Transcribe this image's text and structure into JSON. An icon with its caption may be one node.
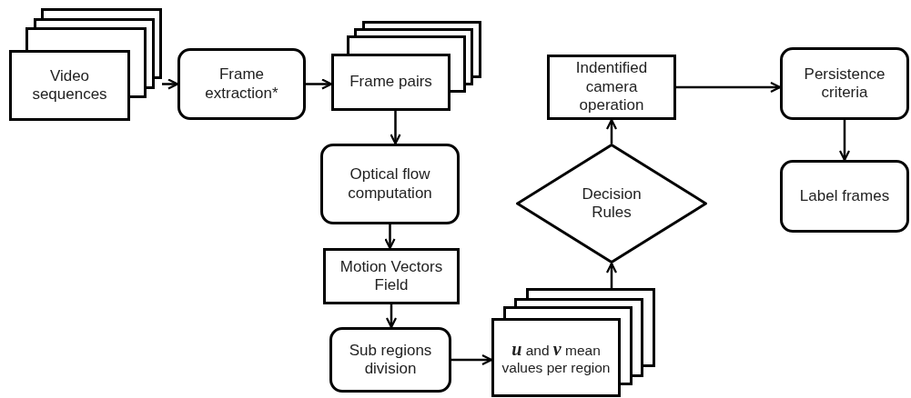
{
  "diagram": {
    "nodes": [
      {
        "text": [
          "Video sequences"
        ]
      },
      {
        "text": [
          "Frame extraction*"
        ]
      },
      {
        "text": [
          "Frame pairs"
        ]
      },
      {
        "text": [
          "Optical flow computation"
        ]
      },
      {
        "text": [
          "Motion Vectors Field"
        ]
      },
      {
        "text": [
          "Sub regions division"
        ]
      },
      {
        "text": [
          "**u** and **v** mean values per region"
        ]
      },
      {
        "text": [
          "Decision Rules"
        ]
      },
      {
        "text": [
          "Indentified camera operation"
        ]
      },
      {
        "text": [
          "Persistence criteria"
        ]
      },
      {
        "text": [
          "Label frames"
        ]
      }
    ],
    "edges": [
      {
        "from": 0,
        "to": 1,
        "arrow": "to"
      },
      {
        "from": 1,
        "to": 2,
        "arrow": "to"
      },
      {
        "from": 2,
        "to": 3,
        "arrow": "to"
      },
      {
        "from": 3,
        "to": 4,
        "arrow": "to"
      },
      {
        "from": 4,
        "to": 5,
        "arrow": "to"
      },
      {
        "from": 5,
        "to": 6,
        "arrow": "to"
      },
      {
        "from": 6,
        "to": 7,
        "arrow": "to"
      },
      {
        "from": 7,
        "to": 8,
        "arrow": "to"
      },
      {
        "from": 8,
        "to": 9,
        "arrow": "to"
      },
      {
        "from": 9,
        "to": 10,
        "arrow": "to"
      }
    ]
  }
}
